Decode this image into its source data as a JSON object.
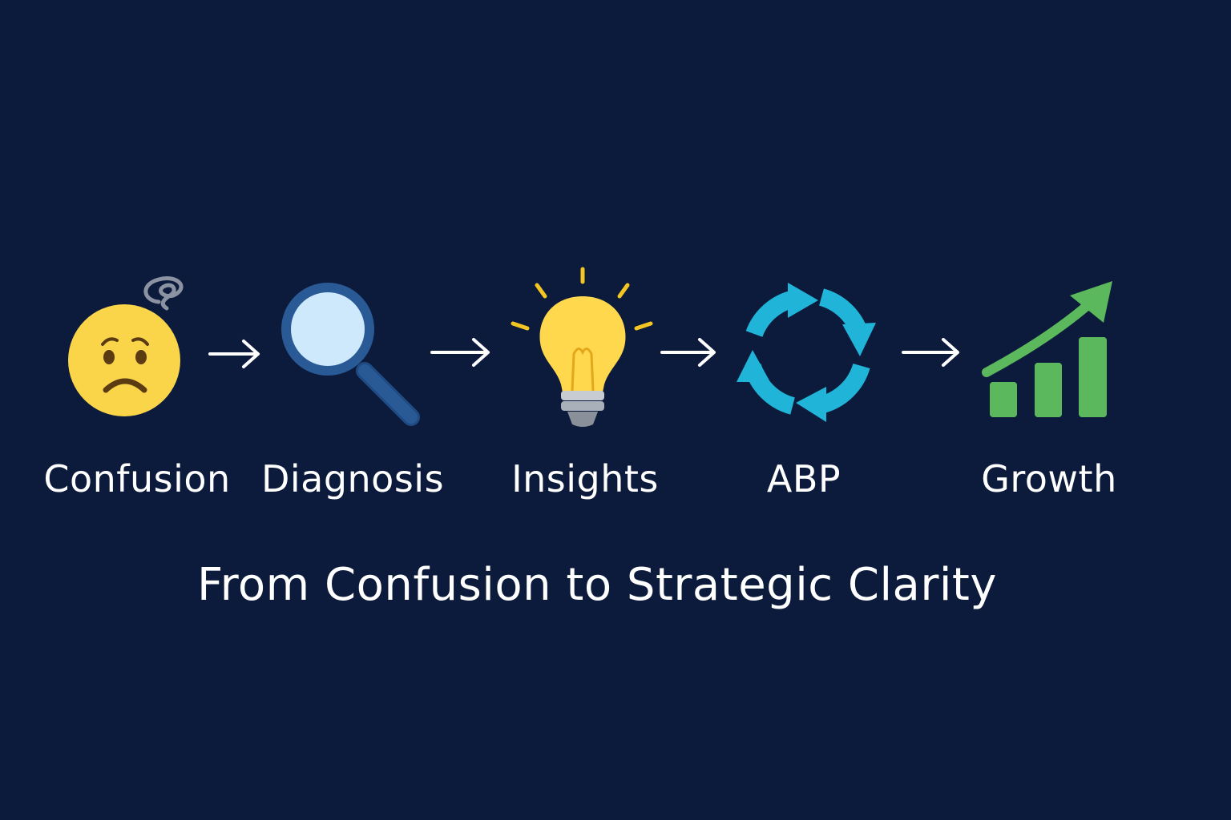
{
  "steps": [
    {
      "label": "Confusion",
      "icon": "confused-face-icon"
    },
    {
      "label": "Diagnosis",
      "icon": "magnifying-glass-icon"
    },
    {
      "label": "Insights",
      "icon": "lightbulb-icon"
    },
    {
      "label": "ABP",
      "icon": "cycle-arrows-icon"
    },
    {
      "label": "Growth",
      "icon": "growth-chart-icon"
    }
  ],
  "caption": "From Confusion to Strategic Clarity",
  "colors": {
    "background": "#0c1b3b",
    "face": "#fad54a",
    "magnifier": "#2a5a95",
    "lens": "#cde9fb",
    "bulb": "#ffd84d",
    "cycle": "#1fb4d8",
    "growth": "#5cb85c",
    "text": "#ffffff"
  }
}
